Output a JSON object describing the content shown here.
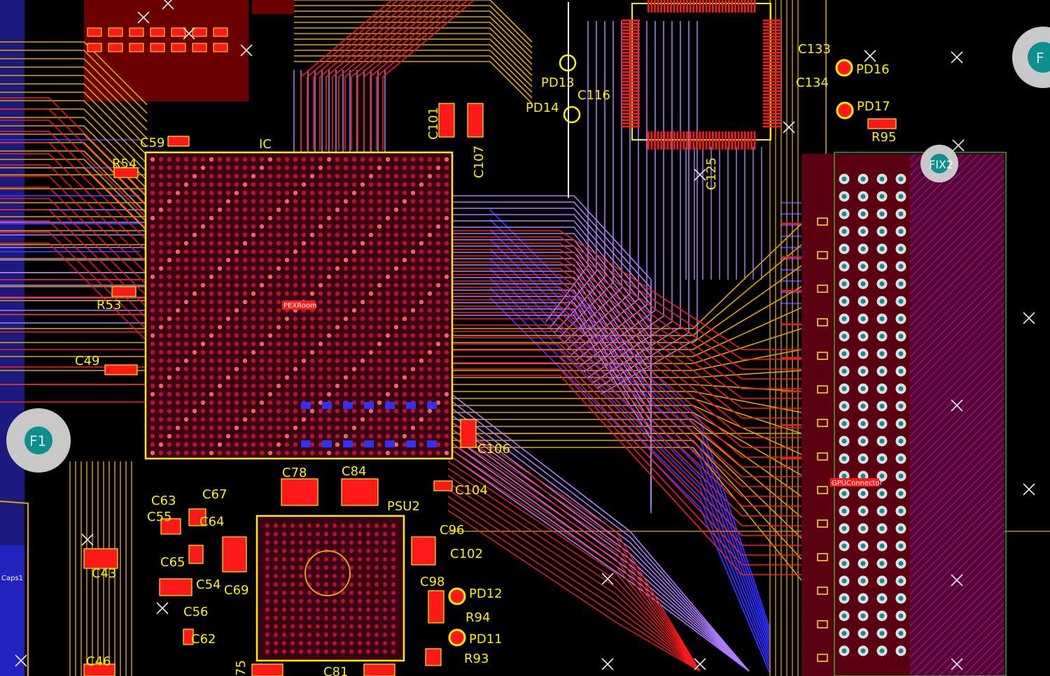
{
  "colors": {
    "background": "#000000",
    "top_layer": "#ff1a1a",
    "mid_layer_1": "#b07cff",
    "mid_layer_2": "#e6a200",
    "bottom_layer": "#3030ff",
    "silkscreen": "#ffee00",
    "room_outline": "#2bd62b",
    "fix_pad": "#c8c8c8",
    "fix_drill": "#0e8f8f"
  },
  "components": {
    "ic": {
      "label": "IC"
    },
    "pex_room": {
      "label": "PEXRoom"
    },
    "gpu_connector": {
      "label": "GPUConnector"
    },
    "psu": {
      "label": "PSU2"
    },
    "caps_room": {
      "label": "Caps1"
    },
    "fix1": {
      "label": "F1"
    },
    "fix2": {
      "label": "FIX2"
    },
    "fix3": {
      "label": "F"
    }
  },
  "designators": {
    "C59": "C59",
    "R54": "R54",
    "R53": "R53",
    "C49": "C49",
    "C101": "C101",
    "C107": "C107",
    "PD13": "PD13",
    "PD14": "PD14",
    "C116": "C116",
    "C125": "C125",
    "C133": "C133",
    "C134": "C134",
    "PD16": "PD16",
    "PD17": "PD17",
    "R95": "R95",
    "C106": "C106",
    "C104": "C104",
    "C96": "C96",
    "C102": "C102",
    "C98": "C98",
    "PD12": "PD12",
    "R94": "R94",
    "PD11": "PD11",
    "R93": "R93",
    "C78": "C78",
    "C84": "C84",
    "C63": "C63",
    "C67": "C67",
    "C55": "C55",
    "C64": "C64",
    "C65": "C65",
    "C69": "C69",
    "C54": "C54",
    "C56": "C56",
    "C62": "C62",
    "C43": "C43",
    "C46": "C46",
    "C75": "75",
    "C81": "C81"
  }
}
